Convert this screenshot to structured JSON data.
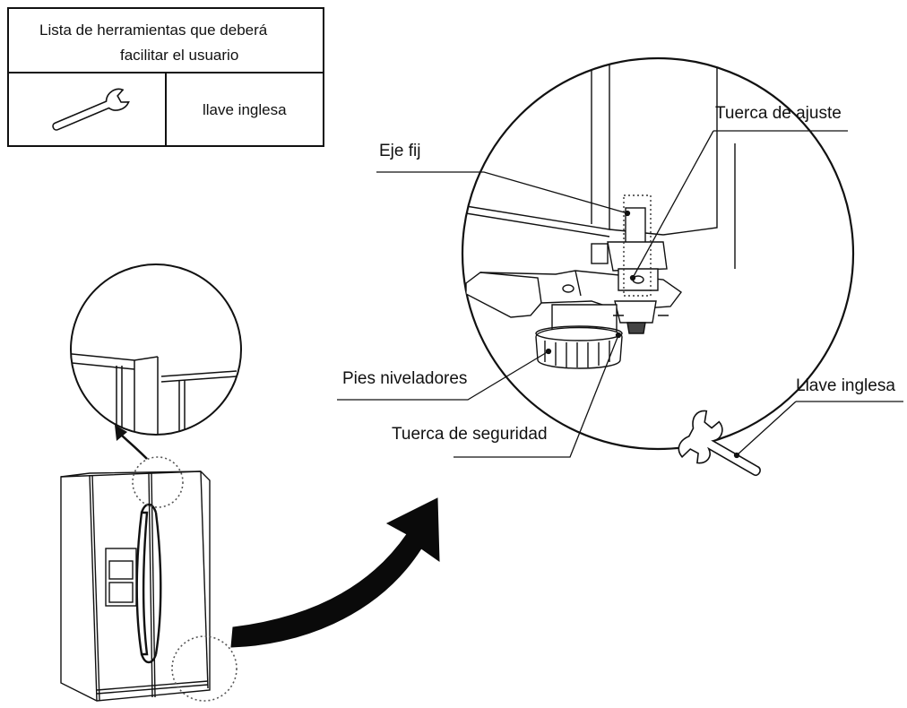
{
  "tools_table": {
    "title_line1": "Lista de herramientas que deberá",
    "title_line2": "facilitar el usuario",
    "tool_name": "llave inglesa",
    "tool_icon": "wrench-icon"
  },
  "callouts": {
    "adjusting_nut": "Tuerca de ajuste",
    "fixed_axis": "Eje fij",
    "leveling_feet": "Pies niveladores",
    "lock_nut": "Tuerca de seguridad",
    "wrench": "Llave inglesa"
  },
  "colors": {
    "line": "#111111",
    "arrow": "#0a0a0a",
    "background": "#ffffff"
  }
}
